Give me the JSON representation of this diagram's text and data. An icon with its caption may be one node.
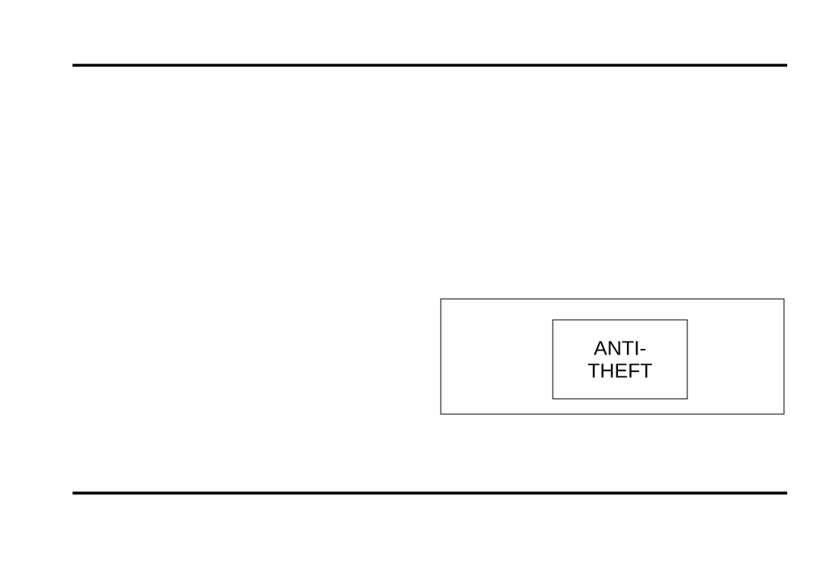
{
  "diagram": {
    "nodes": [
      {
        "text": [],
        "shape": "box"
      },
      {
        "text": [
          "ANTI- THEFT"
        ],
        "in": 0
      }
    ]
  }
}
